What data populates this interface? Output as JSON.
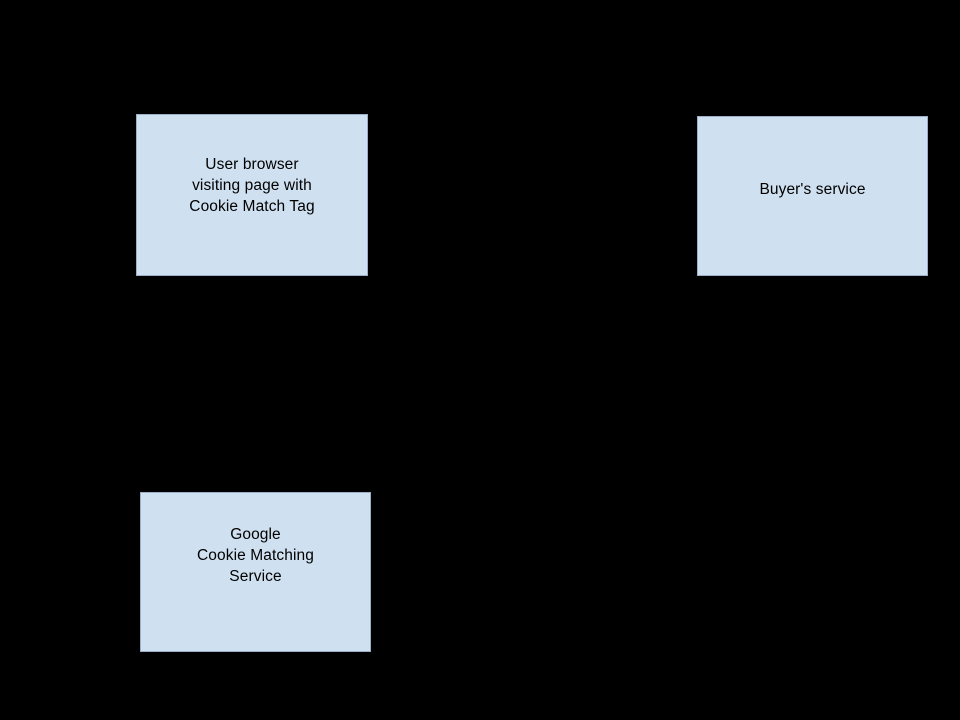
{
  "diagram": {
    "background_color": "#000000",
    "node_fill_color": "#cfe0f0",
    "node_border_color": "#9ab0c8",
    "node_text_color": "#000000",
    "nodes": [
      {
        "id": "user-browser",
        "label": "User browser\nvisiting page with\nCookie Match Tag"
      },
      {
        "id": "buyer-service",
        "label": "Buyer's service"
      },
      {
        "id": "google-cookie-matching-service",
        "label": "Google\nCookie Matching\nService"
      }
    ]
  }
}
